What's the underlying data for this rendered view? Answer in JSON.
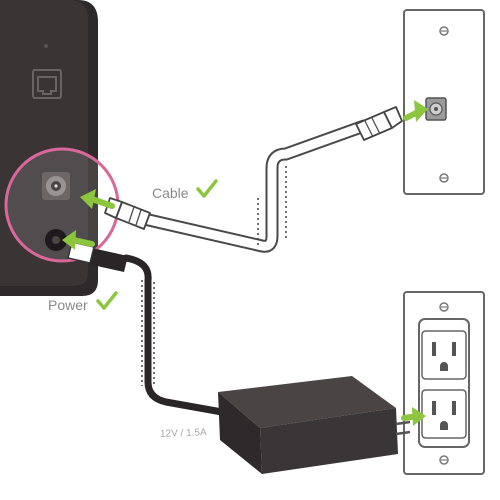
{
  "labels": {
    "cable": "Cable",
    "power": "Power",
    "adapter_rating": "12V / 1.5A"
  },
  "colors": {
    "device": "#3a3435",
    "device_shadow": "#2b2627",
    "highlight_ring": "#d9679a",
    "check": "#8cc63f",
    "arrow": "#8cc63f",
    "cable_outline": "#4a4a4a",
    "plate_outline": "#666666"
  },
  "icons": {
    "check": "check-icon",
    "arrow": "arrow-right-icon"
  }
}
